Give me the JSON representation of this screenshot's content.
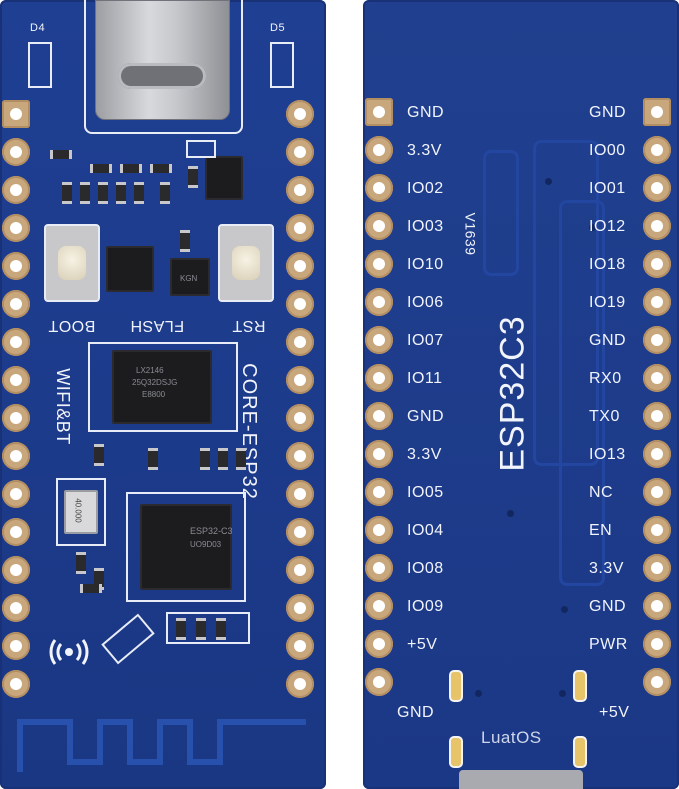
{
  "front": {
    "leds": [
      "D4",
      "D5"
    ],
    "buttons": [
      "BOOT",
      "FLASH",
      "RST"
    ],
    "labels": {
      "wifi": "WIFI&BT",
      "board": "CORE-ESP32"
    },
    "chips": {
      "flash": [
        "LX2146",
        "25Q32DSJG",
        "E8800"
      ],
      "mcu": [
        "ESP32-C3",
        "UO9D03"
      ],
      "crystal": "40.000",
      "small": "KGN"
    }
  },
  "back": {
    "left_pins": [
      "GND",
      "3.3V",
      "IO02",
      "IO03",
      "IO10",
      "IO06",
      "IO07",
      "IO11",
      "GND",
      "3.3V",
      "IO05",
      "IO04",
      "IO08",
      "IO09",
      "+5V"
    ],
    "right_pins": [
      "GND",
      "IO00",
      "IO01",
      "IO12",
      "IO18",
      "IO19",
      "GND",
      "RX0",
      "TX0",
      "IO13",
      "NC",
      "EN",
      "3.3V",
      "GND",
      "PWR"
    ],
    "bottom_left": "GND",
    "bottom_right": "+5V",
    "title": "ESP32C3",
    "version": "V1639",
    "brand": "LuatOS"
  }
}
